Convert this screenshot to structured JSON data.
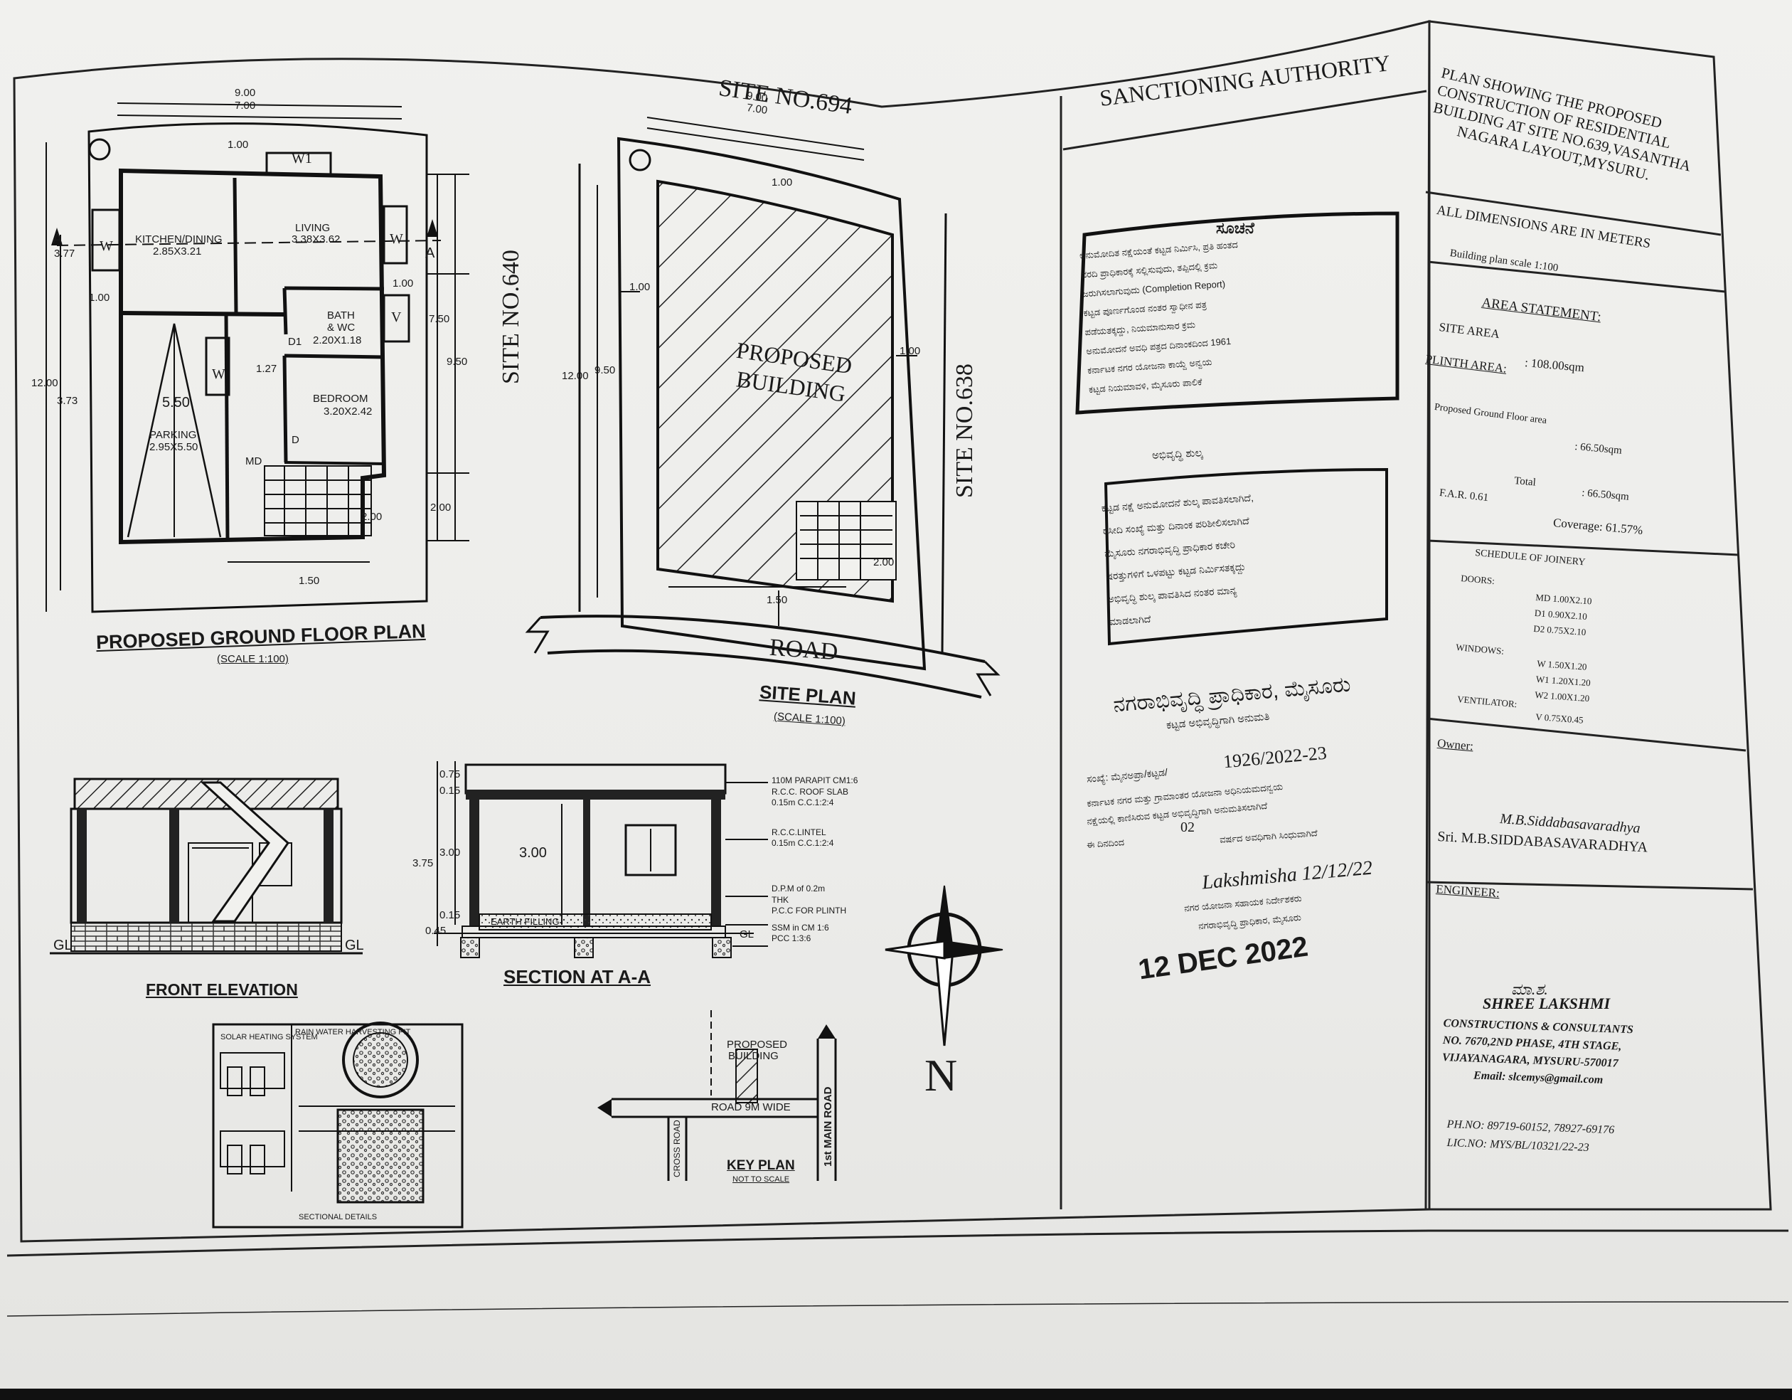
{
  "ground_floor": {
    "title": "PROPOSED GROUND FLOOR PLAN",
    "scale": "(SCALE 1:100)",
    "dim_top_outer": "9.00",
    "dim_top_inner": "7.00",
    "dim_top_gap": "1.00",
    "dim_left_outer": "12.00",
    "dim_left_a": "3.77",
    "dim_left_b": "3.73",
    "dim_left_c": "1.00",
    "dim_right_a": "7.50",
    "dim_right_b": "9.50",
    "dim_right_c": "2.00",
    "dim_right_d": "1.00",
    "dim_bottom": "1.50",
    "dim_stair": "2.00",
    "dim_mid": "1.27",
    "rooms": {
      "kitchen": "KITCHEN/DINING",
      "kitchen_size": "2.85X3.21",
      "living": "LIVING",
      "living_size": "3.38X3.62",
      "bath": "BATH",
      "bath2": "& WC",
      "bath_size": "2.20X1.18",
      "bedroom": "BEDROOM",
      "bedroom_size": "3.20X2.42",
      "parking": "PARKING",
      "parking_size": "2.95X5.50",
      "parking_dim": "5.50"
    },
    "labels": {
      "window": "W",
      "window1": "W1",
      "vent": "V",
      "door_main": "MD",
      "door_d": "D",
      "door_d1": "D1",
      "section_mark": "A"
    }
  },
  "site_plan": {
    "title": "SITE PLAN",
    "scale": "(SCALE 1:100)",
    "site_top": "SITE NO.694",
    "site_left": "SITE NO.640",
    "site_right": "SITE NO.638",
    "proposed": "PROPOSED",
    "building": "BUILDING",
    "road": "ROAD",
    "dim_top_outer": "9.00",
    "dim_top_inner": "7.00",
    "dim_top_gap": "1.00",
    "dim_left_outer": "12.00",
    "dim_left_inner": "9.50",
    "dim_left_side": "1.00",
    "dim_right_side": "1.00",
    "dim_bottom": "1.50",
    "dim_stair": "2.00"
  },
  "front_elevation": {
    "title": "FRONT ELEVATION",
    "gl_left": "GL",
    "gl_right": "GL"
  },
  "section": {
    "title": "SECTION AT A-A",
    "dim_075": "0.75",
    "dim_015_top": "0.15",
    "dim_375": "3.75",
    "dim_300_left": "3.00",
    "dim_300_center": "3.00",
    "dim_015_bottom": "0.15",
    "dim_plinth": "0.45",
    "earth": "EARTH FILLING",
    "gl": "GL",
    "notes": [
      "110M PARAPIT CM1:6",
      "R.C.C. ROOF SLAB",
      "0.15m C.C.1:2:4",
      "R.C.C.LINTEL",
      "0.15m C.C.1:2:4",
      "D.P.M of 0.2m",
      "THK",
      "P.C.C FOR PLINTH",
      "SSM in CM 1:6",
      "PCC 1:3:6"
    ]
  },
  "key_plan": {
    "title": "KEY PLAN",
    "scale": "NOT TO SCALE",
    "proposed": "PROPOSED",
    "building": "BUILDING",
    "road": "ROAD 9M WIDE",
    "main_road": "1st MAIN ROAD",
    "cross_road": "CROSS ROAD"
  },
  "rainwater": {
    "title": "RAIN WATER HARVESTING PIT",
    "solar": "SOLAR HEATING SYSTEM",
    "sectional": "SECTIONAL DETAILS"
  },
  "north": "N",
  "sanctioning": {
    "heading": "SANCTIONING AUTHORITY",
    "notice_title": "ಸೂಚನೆ",
    "notice_lines": [
      "ಅನುಮೋದಿತ ನಕ್ಷೆಯಂತೆ ಕಟ್ಟಡ ನಿರ್ಮಿಸಿ, ಪ್ರತಿ ಹಂತದ",
      "ವರದಿ ಪ್ರಾಧಿಕಾರಕ್ಕೆ ಸಲ್ಲಿಸುವುದು, ತಪ್ಪಿದಲ್ಲಿ ಕ್ರಮ",
      "ಜರುಗಿಸಲಾಗುವುದು (Completion Report)",
      "ಕಟ್ಟಡ ಪೂರ್ಣಗೊಂಡ ನಂತರ ಸ್ವಾಧೀನ ಪತ್ರ",
      "ಪಡೆಯತಕ್ಕದ್ದು, ನಿಯಮಾನುಸಾರ ಕ್ರಮ",
      "ಅನುಮೋದನೆ ಅವಧಿ ಪತ್ರದ ದಿನಾಂಕದಿಂದ 1961",
      "ಕರ್ನಾಟಕ ನಗರ ಯೋಜನಾ ಕಾಯ್ದೆ ಅನ್ವಯ",
      "ಕಟ್ಟಡ ನಿಯಮಾವಳಿ, ಮೈಸೂರು ಪಾಲಿಕೆ"
    ],
    "fee_title": "ಅಭಿವೃದ್ಧಿ ಶುಲ್ಕ",
    "fee_lines": [
      "ಕಟ್ಟಡ ನಕ್ಷೆ ಅನುಮೋದನೆ ಶುಲ್ಕ ಪಾವತಿಸಲಾಗಿದೆ,",
      "ರಸೀದಿ ಸಂಖ್ಯೆ ಮತ್ತು ದಿನಾಂಕ ಪರಿಶೀಲಿಸಲಾಗಿದೆ",
      "ಮೈಸೂರು ನಗರಾಭಿವೃದ್ಧಿ ಪ್ರಾಧಿಕಾರ ಕಚೇರಿ",
      "ಷರತ್ತುಗಳಿಗೆ ಒಳಪಟ್ಟು ಕಟ್ಟಡ ನಿರ್ಮಿಸತಕ್ಕದ್ದು",
      "ಅಭಿವೃದ್ಧಿ ಶುಲ್ಕ ಪಾವತಿಸಿದ ನಂತರ ಮಾನ್ಯ",
      "ಮಾಡಲಾಗಿದೆ"
    ],
    "authority_name": "ನಗರಾಭಿವೃದ್ಧಿ ಪ್ರಾಧಿಕಾರ, ಮೈಸೂರು",
    "authority_sub": "ಕಟ್ಟಡ ಅಭಿವೃದ್ಧಿಗಾಗಿ ಅನುಮತಿ",
    "ref_prefix": "ಸಂಖ್ಯೆ: ಮೈನಅಪ್ರಾ/ಕಟ್ಟಡ/",
    "ref_number": "1926/2022-23",
    "ref_lines": [
      "ಕರ್ನಾಟಕ ನಗರ ಮತ್ತು ಗ್ರಾಮಾಂತರ ಯೋಜನಾ ಅಧಿನಿಯಮದನ್ವಯ",
      "ನಕ್ಷೆಯಲ್ಲಿ ಕಾಣಿಸಿರುವ ಕಟ್ಟಡ ಅಭಿವೃದ್ಧಿಗಾಗಿ ಅನುಮತಿಸಲಾಗಿದೆ"
    ],
    "condition_prefix": "ಈ ದಿನದಿಂದ",
    "condition_value": "02",
    "condition_suffix": "ವರ್ಷದ ಅವಧಿಗಾಗಿ ಸಿಂಧುವಾಗಿದೆ",
    "signature": "Lakshmisha 12/12/22",
    "sig_title1": "ನಗರ ಯೋಜನಾ ಸಹಾಯಕ ನಿರ್ದೇಶಕರು",
    "sig_title2": "ನಗರಾಭಿವೃದ್ಧಿ ಪ್ರಾಧಿಕಾರ, ಮೈಸೂರು",
    "date_stamp": "12 DEC 2022"
  },
  "title_block": {
    "title_lines": [
      "PLAN SHOWING THE PROPOSED",
      "CONSTRUCTION OF RESIDENTIAL",
      "BUILDING AT SITE NO.639,VASANTHA",
      "NAGARA LAYOUT,MYSURU."
    ],
    "dims_note": "ALL DIMENSIONS ARE IN METERS",
    "scale_note": "Building plan scale 1:100",
    "area_heading": "AREA STATEMENT:",
    "site_area_label": "SITE AREA",
    "site_area_value": ": 108.00sqm",
    "plinth_label": "PLINTH AREA:",
    "ground_floor_label": "Proposed Ground Floor area",
    "ground_floor_value": ": 66.50sqm",
    "total_label": "Total",
    "total_value": ": 66.50sqm",
    "far": "F.A.R. 0.61",
    "coverage": "Coverage: 61.57%",
    "joinery_heading": "SCHEDULE OF JOINERY",
    "doors_label": "DOORS:",
    "doors": [
      "MD 1.00X2.10",
      "D1 0.90X2.10",
      "D2 0.75X2.10"
    ],
    "windows_label": "WINDOWS:",
    "windows": [
      "W 1.50X1.20",
      "W1 1.20X1.20",
      "W2 1.00X1.20"
    ],
    "ventilator_label": "VENTILATOR:",
    "ventilator": "V 0.75X0.45",
    "owner_label": "Owner:",
    "owner_signature": "M.B.Siddabasavaradhya",
    "owner_name": "Sri. M.B.SIDDABASAVARADHYA",
    "engineer_label": "ENGINEER:",
    "engineer_signature": "ಮಾ.ಶ.",
    "firm_name": "SHREE LAKSHMI",
    "firm_lines": [
      "CONSTRUCTIONS & CONSULTANTS",
      "NO. 7670,2ND PHASE, 4TH STAGE,",
      "VIJAYANAGARA, MYSURU-570017",
      "Email: slcemys@gmail.com"
    ],
    "phone": "PH.NO:  89719-60152, 78927-69176",
    "licence": "LIC.NO:  MYS/BL/10321/22-23"
  }
}
